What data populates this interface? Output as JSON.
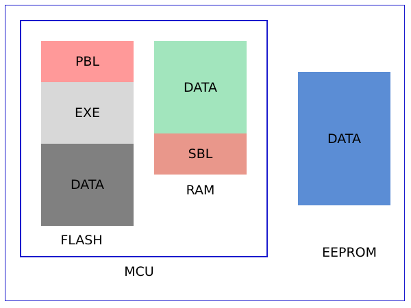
{
  "colors": {
    "frame_border": "#1a1acd",
    "pbl": "#ff9999",
    "exe": "#d8d8d8",
    "flash_data": "#808080",
    "ram_data": "#a2e5bd",
    "sbl": "#e9978b",
    "eeprom_data": "#5b8dd5"
  },
  "flash": {
    "label": "FLASH",
    "segments": {
      "pbl": "PBL",
      "exe": "EXE",
      "data": "DATA"
    }
  },
  "ram": {
    "label": "RAM",
    "segments": {
      "data": "DATA",
      "sbl": "SBL"
    }
  },
  "mcu": {
    "label": "MCU"
  },
  "eeprom": {
    "label": "EEPROM",
    "segments": {
      "data": "DATA"
    }
  }
}
